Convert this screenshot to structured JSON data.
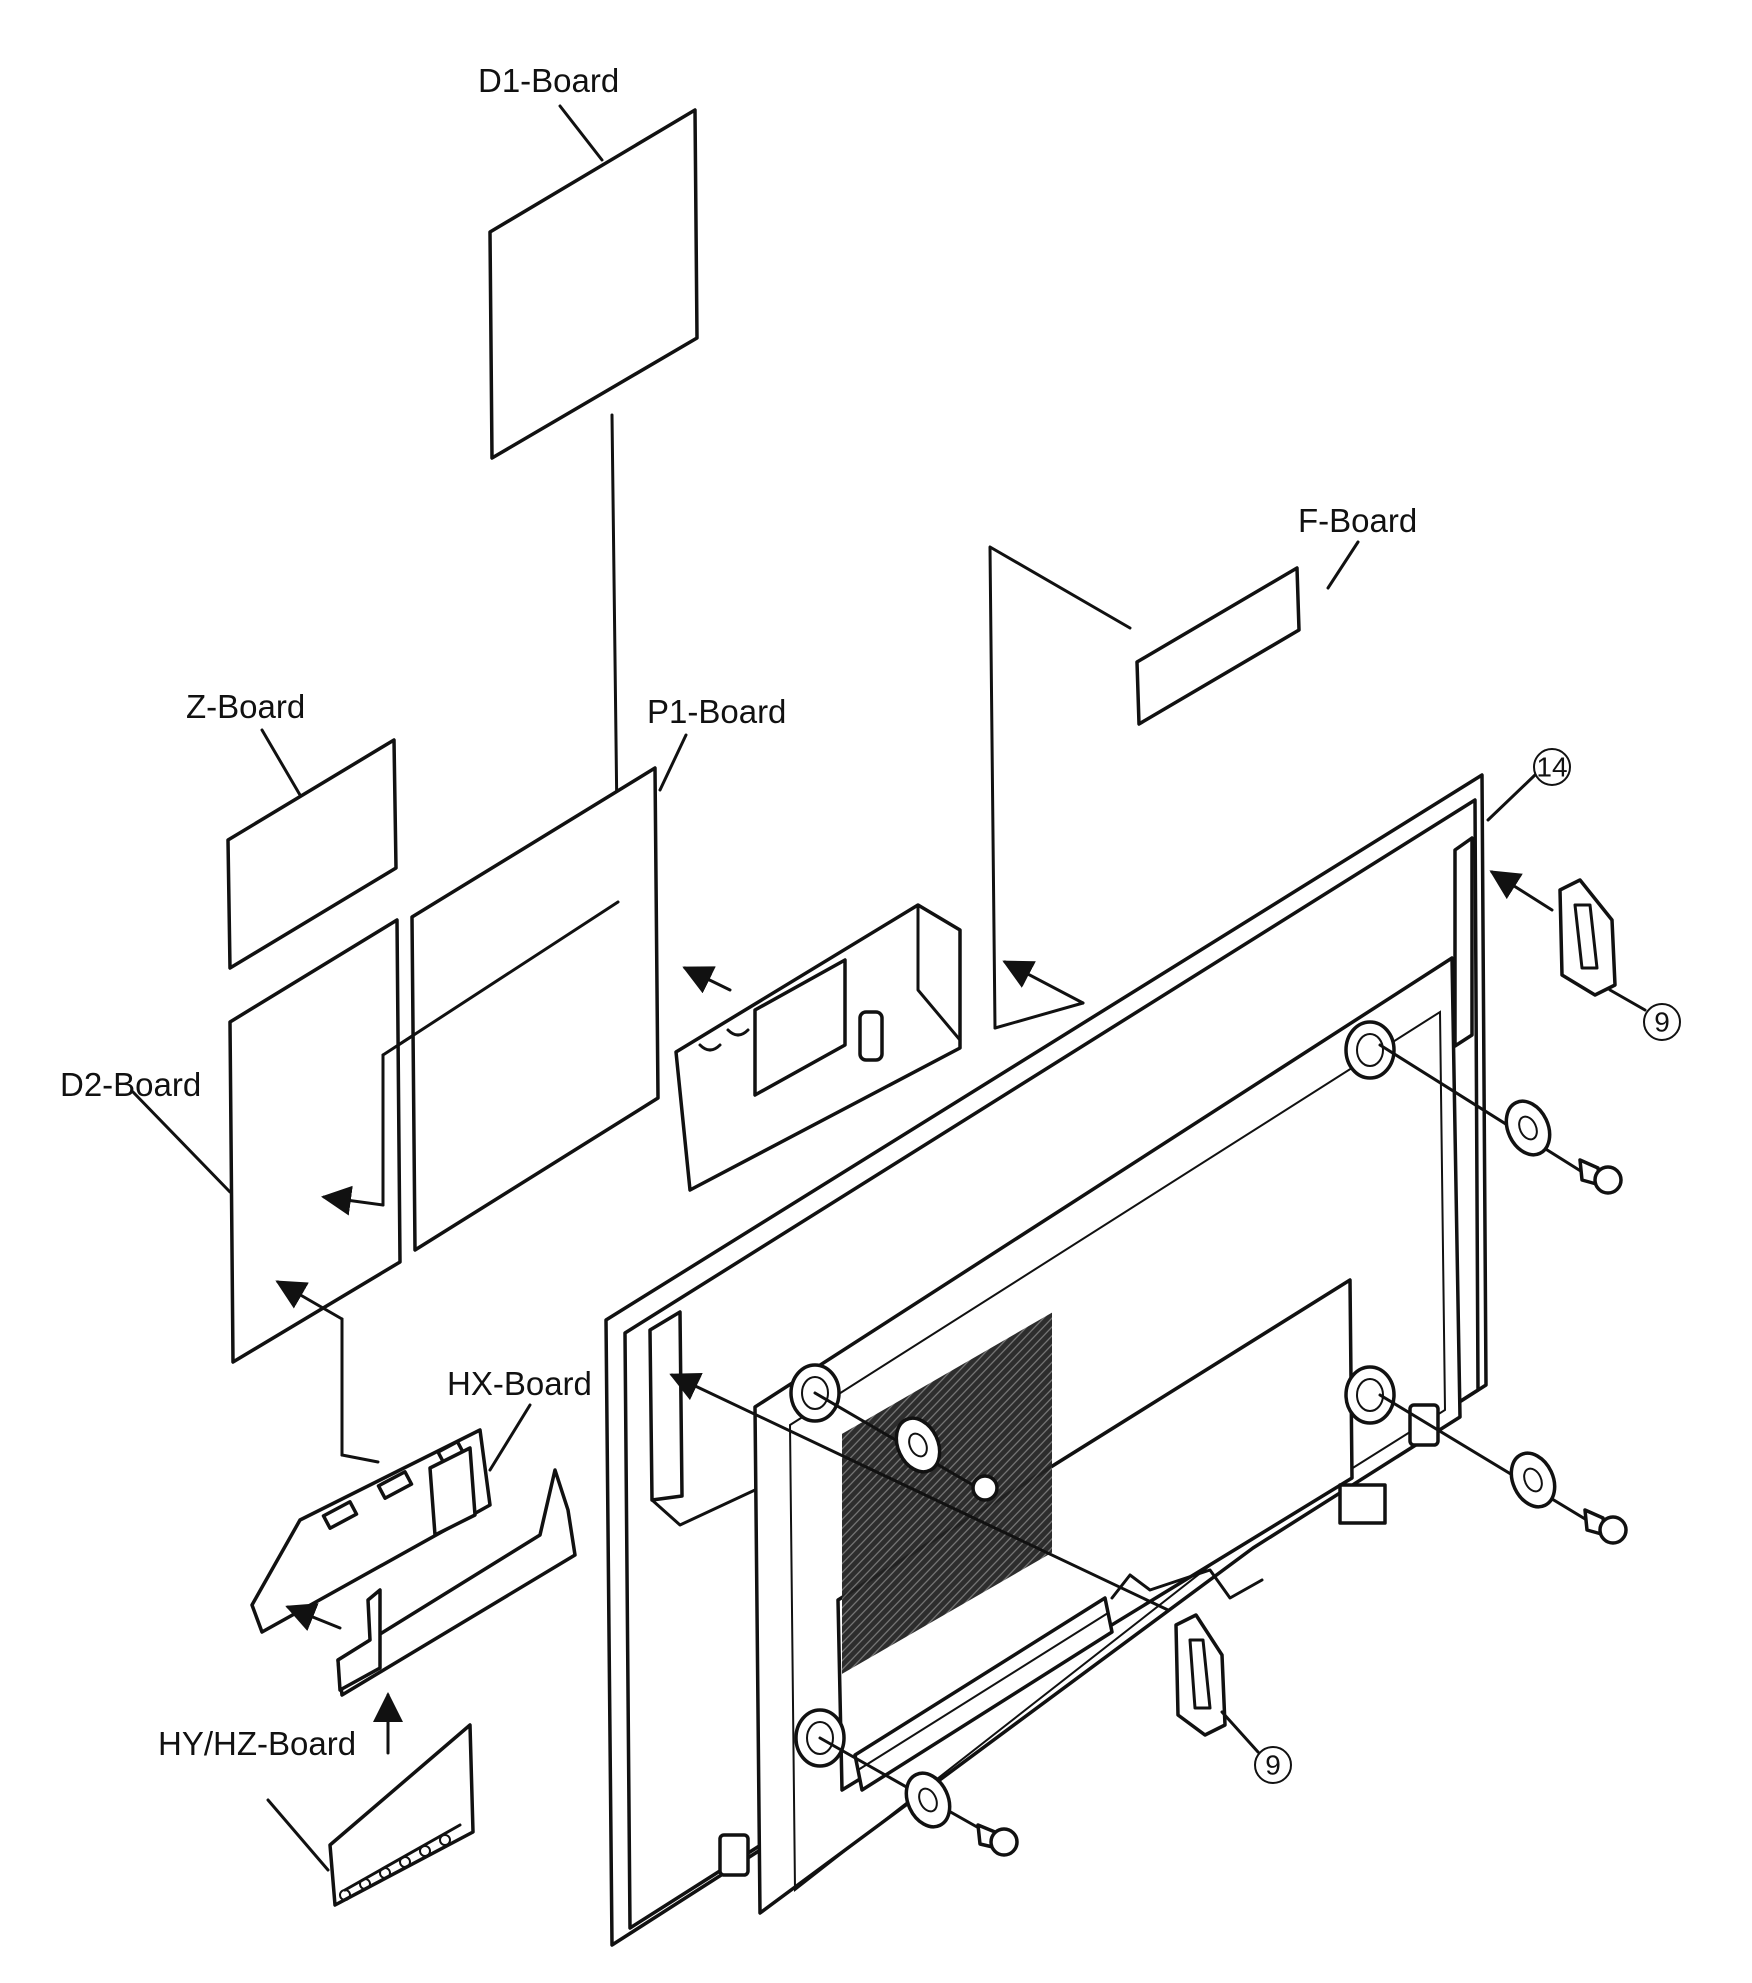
{
  "diagram": {
    "boards": {
      "d1": "D1-Board",
      "f": "F-Board",
      "z": "Z-Board",
      "p1": "P1-Board",
      "d2": "D2-Board",
      "hx": "HX-Board",
      "hyhz": "HY/HZ-Board"
    },
    "callouts": {
      "c14": "14",
      "c9_top": "9",
      "c9_bottom": "9"
    }
  }
}
